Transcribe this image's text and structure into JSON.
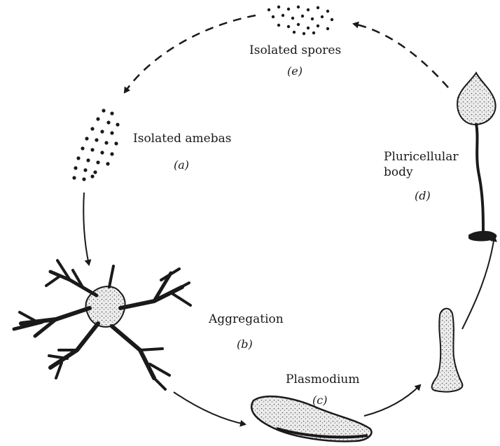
{
  "stages": {
    "a": {
      "name": "Isolated amebas",
      "letter": "(a)"
    },
    "b": {
      "name": "Aggregation",
      "letter": "(b)"
    },
    "c": {
      "name": "Plasmodium",
      "letter": "(c)"
    },
    "d": {
      "name_line1": "Pluricellular",
      "name_line2": "body",
      "letter": "(d)"
    },
    "e": {
      "name": "Isolated spores",
      "letter": "(e)"
    }
  },
  "colors": {
    "ink": "#1a1a1a",
    "fill": "#d6d6d6"
  }
}
